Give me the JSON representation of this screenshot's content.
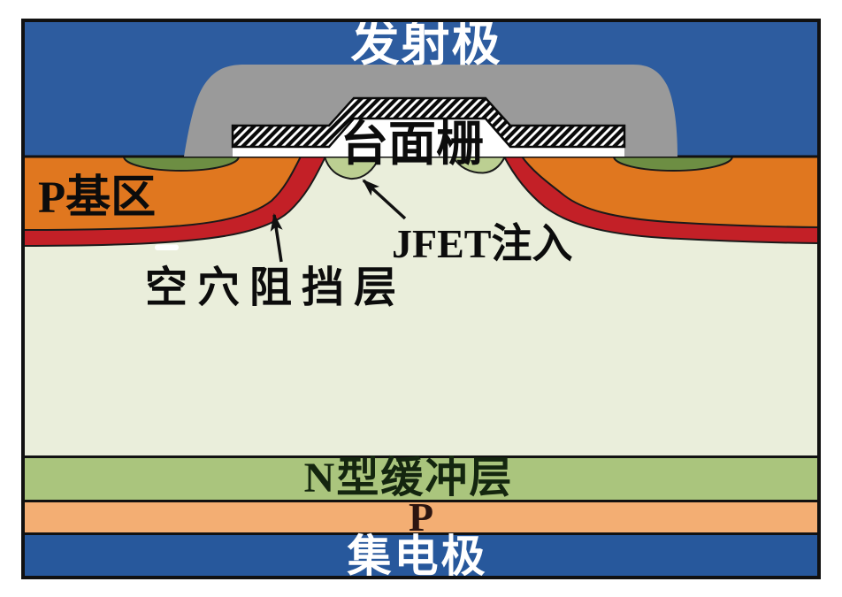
{
  "labels": {
    "emitter": "发射极",
    "mesa_gate": "台面栅",
    "p_base": "P基区",
    "jfet_implant": "JFET注入",
    "hole_barrier": "空穴阻挡层",
    "n_buffer": "N型缓冲层",
    "p_collector": "P",
    "collector": "集电极"
  },
  "colors": {
    "emitter_metal": "#2d5c9f",
    "collector_metal": "#27589c",
    "gate_metal_gray": "#9a9a9a",
    "p_base": "#e0771f",
    "hole_barrier": "#c32027",
    "n_emitter": "#6d8e43",
    "jfet_implant": "#bccf92",
    "n_drift": "#eaeedb",
    "n_buffer": "#aac57d",
    "p_collector": "#f3ae73",
    "oxide_white": "#ffffff",
    "outline": "#111111",
    "label_dark": "#0c0c0c",
    "label_light": "#ffffff",
    "buffer_label": "#14260f",
    "p_label": "#2b1410"
  }
}
